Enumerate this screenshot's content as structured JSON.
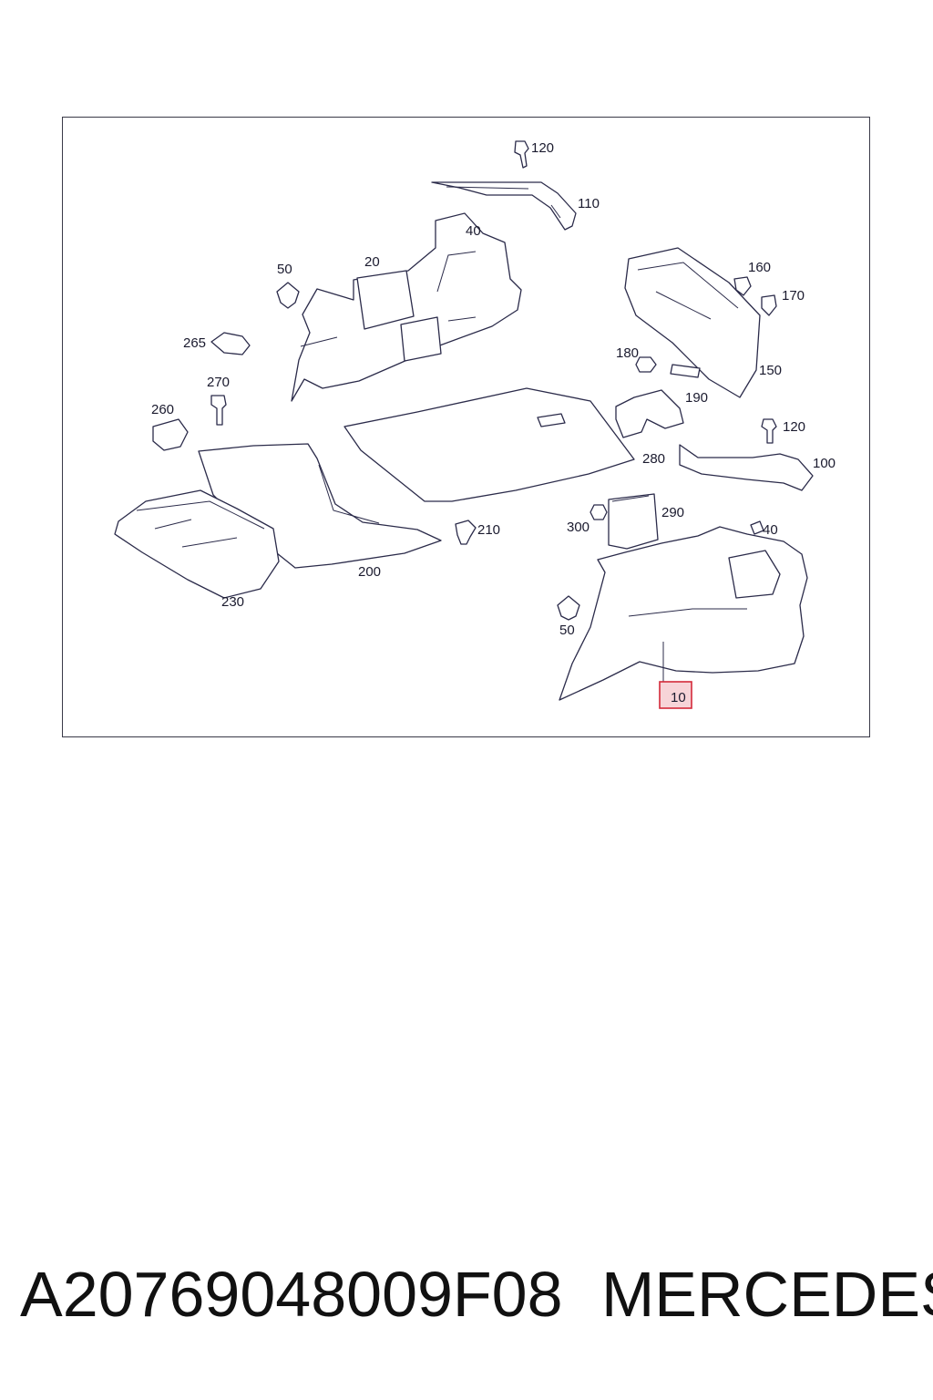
{
  "diagram": {
    "callouts": {
      "c120a": "120",
      "c110": "110",
      "c40a": "40",
      "c20": "20",
      "c50a": "50",
      "c265": "265",
      "c270": "270",
      "c260": "260",
      "c160": "160",
      "c170": "170",
      "c180": "180",
      "c190": "190",
      "c150": "150",
      "c120b": "120",
      "c280": "280",
      "c100": "100",
      "c290": "290",
      "c300": "300",
      "c210": "210",
      "c200": "200",
      "c230": "230",
      "c40b": "40",
      "c50b": "50",
      "c10": "10"
    },
    "highlighted_callout": "10",
    "highlight_color": "#d42a3a",
    "line_color": "#2b2b4a"
  },
  "footer": {
    "part_number": "A20769048009F08",
    "brand": "MERCEDES"
  }
}
